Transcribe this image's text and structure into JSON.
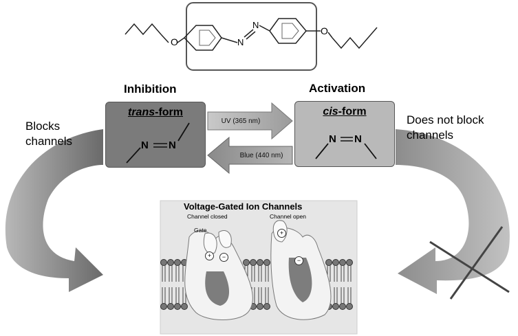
{
  "labels": {
    "inhibition": "Inhibition",
    "activation": "Activation",
    "blocks_line1": "Blocks",
    "blocks_line2": "channels",
    "not_block_line1": "Does not block",
    "not_block_line2": "channels"
  },
  "trans_box": {
    "title_em": "trans",
    "title_rest": "-form",
    "bond": "N=N"
  },
  "cis_box": {
    "title_em": "cis",
    "title_rest": "-form",
    "bond": "N=N"
  },
  "arrows": {
    "uv": "UV (365 nm)",
    "blue": "Blue (440 nm)"
  },
  "molecule": {
    "o_left": "O",
    "o_right": "O",
    "n_top": "N",
    "n_bottom": "N"
  },
  "channels": {
    "title": "Voltage-Gated Ion Channels",
    "closed": "Channel closed",
    "open": "Channel open",
    "gate": "Gate",
    "plus": "+",
    "minus": "−"
  },
  "colors": {
    "trans_box": "#7b7b7b",
    "cis_box": "#b9b9b9",
    "arrow_dark": "#6e6e6e",
    "arrow_light": "#b3b3b3"
  }
}
